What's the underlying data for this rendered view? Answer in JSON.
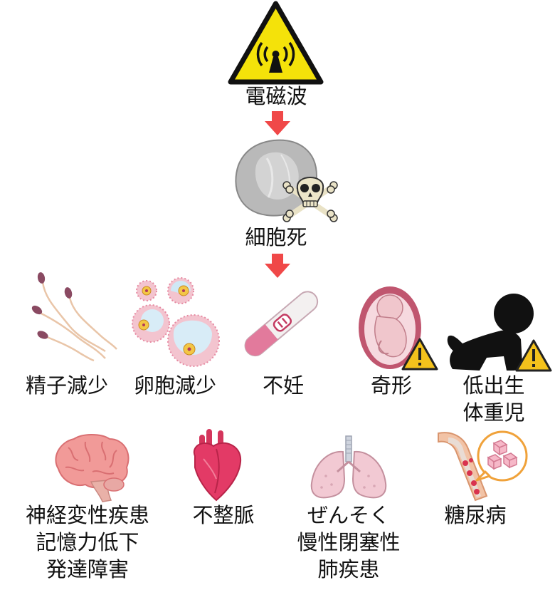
{
  "diagram": {
    "source": {
      "label": "電磁波",
      "icon": "radiation-warning-icon"
    },
    "middle": {
      "label": "細胞死",
      "icon": "dying-cell-with-skull-icon"
    },
    "arrow_color": "#f04848",
    "effects_row1": [
      {
        "label": "精子減少",
        "icon": "sperm-icon"
      },
      {
        "label": "卵胞減少",
        "icon": "ovarian-follicle-icon"
      },
      {
        "label": "不妊",
        "icon": "pregnancy-test-icon"
      },
      {
        "label": "奇形",
        "icon": "fetus-warning-icon"
      },
      {
        "lines": [
          "低出生",
          "体重児"
        ],
        "icon": "baby-silhouette-warning-icon"
      }
    ],
    "effects_row2": [
      {
        "lines": [
          "神経変性疾患",
          "記憶力低下",
          "発達障害"
        ],
        "icon": "brain-icon"
      },
      {
        "label": "不整脈",
        "icon": "heart-icon"
      },
      {
        "lines": [
          "ぜんそく",
          "慢性閉塞性",
          "肺疾患"
        ],
        "icon": "lungs-icon"
      },
      {
        "label": "糖尿病",
        "icon": "blood-vessel-glucose-icon"
      }
    ]
  }
}
